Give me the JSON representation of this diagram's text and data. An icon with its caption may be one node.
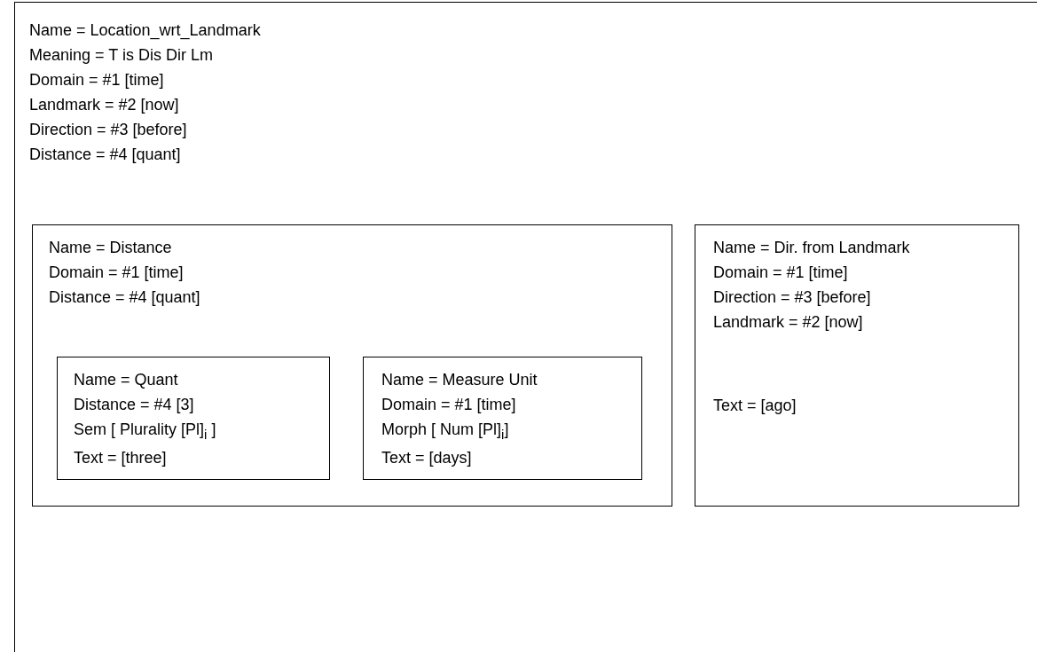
{
  "diagram": {
    "nodes": [
      {
        "text": [
          "Name = Location_wrt_Landmark",
          "Meaning = T is Dis Dir Lm",
          "Domain = #1 [time]",
          "Landmark = #2 [now]",
          "Direction = #3 [before]",
          "Distance = #4 [quant]"
        ]
      },
      {
        "text": [
          "Name = Distance",
          "Domain = #1 [time]",
          "Distance = #4 [quant]"
        ],
        "in": 0
      },
      {
        "text": [
          "Name = Quant",
          "Distance = #4 [3]",
          "Sem [ Plurality [Pl]$_{i}$ ]",
          "Text = [three]"
        ],
        "in": 1
      },
      {
        "text": [
          "Name = Measure Unit",
          "Domain = #1 [time]",
          "Morph [ Num [Pl]$_{i}$]",
          "Text = [days]"
        ],
        "in": 1
      },
      {
        "text": [
          "Name = Dir. from Landmark",
          "Domain = #1 [time]",
          "Direction = #3 [before]",
          "Landmark = #2 [now]",
          "Text = [ago]"
        ],
        "in": 0
      }
    ],
    "edges": []
  }
}
